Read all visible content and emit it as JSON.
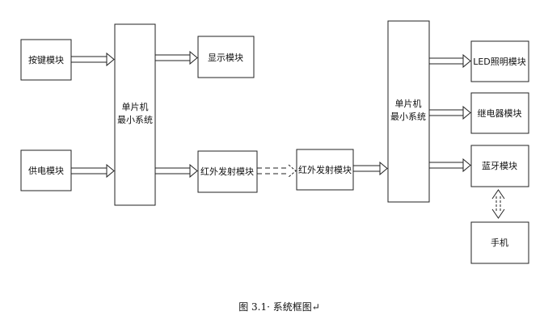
{
  "diagram": {
    "left_mcu": {
      "line1": "单片机",
      "line2": "最小系统"
    },
    "right_mcu": {
      "line1": "单片机",
      "line2": "最小系统"
    },
    "keypad": "按键模块",
    "power": "供电模块",
    "display": "显示模块",
    "ir_tx": "红外发射模块",
    "ir_rx": "红外发射模块",
    "led": "LED照明模块",
    "relay": "继电器模块",
    "bluetooth": "蓝牙模块",
    "phone": "手机"
  },
  "caption": "图 3.1· 系统框图↵"
}
